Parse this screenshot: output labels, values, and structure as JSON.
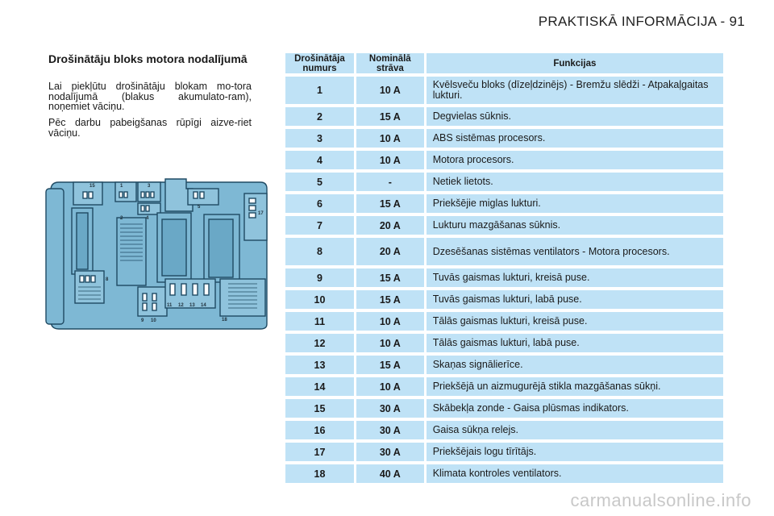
{
  "header": {
    "title": "PRAKTISKĀ INFORMĀCIJA - 91"
  },
  "section": {
    "title": "Drošinātāju bloks motora nodalījumā",
    "intro_1": "Lai piekļūtu drošinātāju blokam mo-tora nodalījumā (blakus akumulato-ram), noņemiet vāciņu.",
    "intro_2": "Pēc darbu pabeigšanas rūpīgi aizve-riet vāciņu."
  },
  "diagram": {
    "fill_color": "#7eb8d4",
    "line_color": "#1f4a63",
    "labels": [
      "15",
      "1",
      "3",
      "2",
      "4",
      "5",
      "17",
      "8",
      "9",
      "10",
      "11",
      "12",
      "13",
      "14",
      "18"
    ]
  },
  "table": {
    "headers": {
      "number": "Drošinātāja numurs",
      "rating": "Nominālā strāva",
      "function": "Funkcijas"
    },
    "rows": [
      {
        "number": "1",
        "rating": "10 A",
        "function": "Kvēlsveču bloks (dīzeļdzinējs) - Bremžu slēdži - Atpakaļgaitas lukturi."
      },
      {
        "number": "2",
        "rating": "15 A",
        "function": "Degvielas sūknis."
      },
      {
        "number": "3",
        "rating": "10 A",
        "function": "ABS sistēmas procesors."
      },
      {
        "number": "4",
        "rating": "10 A",
        "function": "Motora procesors."
      },
      {
        "number": "5",
        "rating": "-",
        "function": "Netiek lietots."
      },
      {
        "number": "6",
        "rating": "15 A",
        "function": "Priekšējie miglas lukturi."
      },
      {
        "number": "7",
        "rating": "20 A",
        "function": "Lukturu mazgāšanas sūknis."
      },
      {
        "number": "8",
        "rating": "20 A",
        "function": "Dzesēšanas sistēmas ventilators - Motora procesors."
      },
      {
        "number": "9",
        "rating": "15 A",
        "function": "Tuvās gaismas lukturi, kreisā puse."
      },
      {
        "number": "10",
        "rating": "15 A",
        "function": "Tuvās gaismas lukturi, labā puse."
      },
      {
        "number": "11",
        "rating": "10 A",
        "function": "Tālās gaismas lukturi, kreisā puse."
      },
      {
        "number": "12",
        "rating": "10 A",
        "function": "Tālās gaismas lukturi, labā puse."
      },
      {
        "number": "13",
        "rating": "15 A",
        "function": "Skaņas signālierīce."
      },
      {
        "number": "14",
        "rating": "10 A",
        "function": "Priekšējā un aizmugurējā stikla mazgāšanas sūkņi."
      },
      {
        "number": "15",
        "rating": "30 A",
        "function": "Skābekļa zonde - Gaisa plūsmas indikators."
      },
      {
        "number": "16",
        "rating": "30 A",
        "function": "Gaisa sūkņa relejs."
      },
      {
        "number": "17",
        "rating": "30 A",
        "function": "Priekšējais logu tīrītājs."
      },
      {
        "number": "18",
        "rating": "40 A",
        "function": "Klimata kontroles ventilators."
      }
    ],
    "cell_color": "#bfe2f6"
  },
  "watermark": "carmanualsonline.info"
}
